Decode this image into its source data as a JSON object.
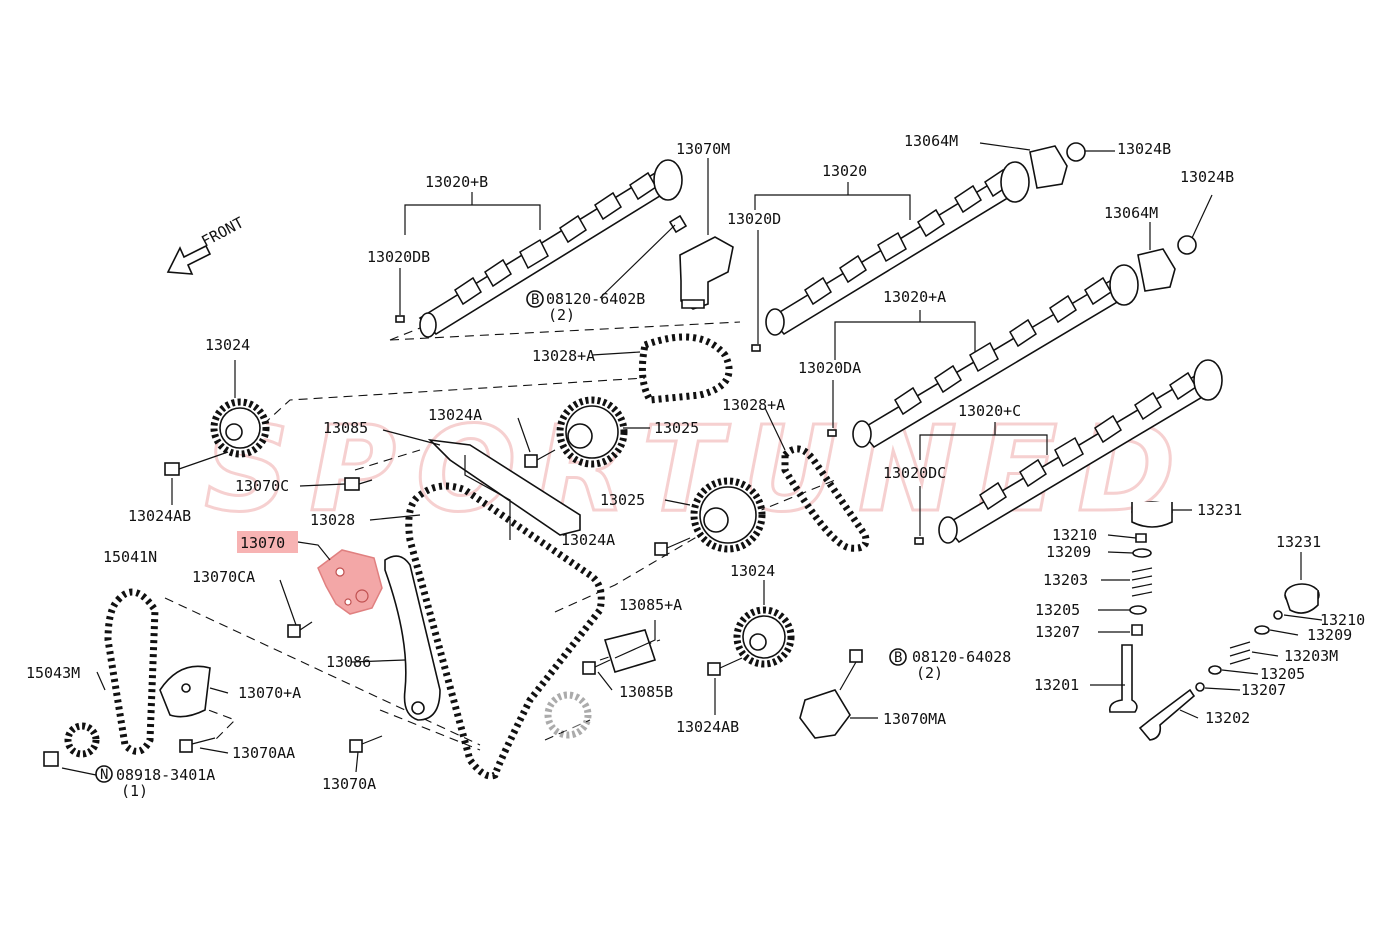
{
  "watermark": "SPORTUNED",
  "front_label": "FRONT",
  "highlight_color": "#f7b3b3",
  "labels": {
    "p13070M": "13070M",
    "p13020B": "13020+B",
    "p13020DB": "13020DB",
    "p08120_a": "08120-6402B",
    "p08120_a_qty": "(2)",
    "p13064M_top": "13064M",
    "p13024B_top": "13024B",
    "p13020": "13020",
    "p13020D": "13020D",
    "p13024B_right": "13024B",
    "p13064M_mid": "13064M",
    "p13020A": "13020+A",
    "p13024_left": "13024",
    "p13028A_top": "13028+A",
    "p13020DA": "13020DA",
    "p13024A_top": "13024A",
    "p13085": "13085",
    "p13025_top": "13025",
    "p13028A_mid": "13028+A",
    "p13020C": "13020+C",
    "p13070C": "13070C",
    "p13020DC": "13020DC",
    "p13024AB_left": "13024AB",
    "p13028": "13028",
    "p13025_mid": "13025",
    "p13231_a": "13231",
    "p13070": "13070",
    "p13024A_mid": "13024A",
    "p13210_a": "13210",
    "p13209_a": "13209",
    "p15041N": "15041N",
    "p13231_b": "13231",
    "p13070CA": "13070CA",
    "p13024_mid": "13024",
    "p13203": "13203",
    "p13085A": "13085+A",
    "p13205_a": "13205",
    "p13210_b": "13210",
    "p13207_a": "13207",
    "p13209_b": "13209",
    "p08120_b": "08120-64028",
    "p08120_b_qty": "(2)",
    "p13203M": "13203M",
    "p15043M": "15043M",
    "p13086": "13086",
    "p13070A_plus": "13070+A",
    "p13085B": "13085B",
    "p13205_b": "13205",
    "p13201": "13201",
    "p13207_b": "13207",
    "p13024AB_mid": "13024AB",
    "p13202": "13202",
    "p13070MA": "13070MA",
    "p13070AA": "13070AA",
    "p08918": "08918-3401A",
    "p08918_qty": "(1)",
    "p13070A": "13070A"
  },
  "symbols": {
    "bolt_B1": "B",
    "bolt_B2": "B",
    "nut_N": "N"
  }
}
